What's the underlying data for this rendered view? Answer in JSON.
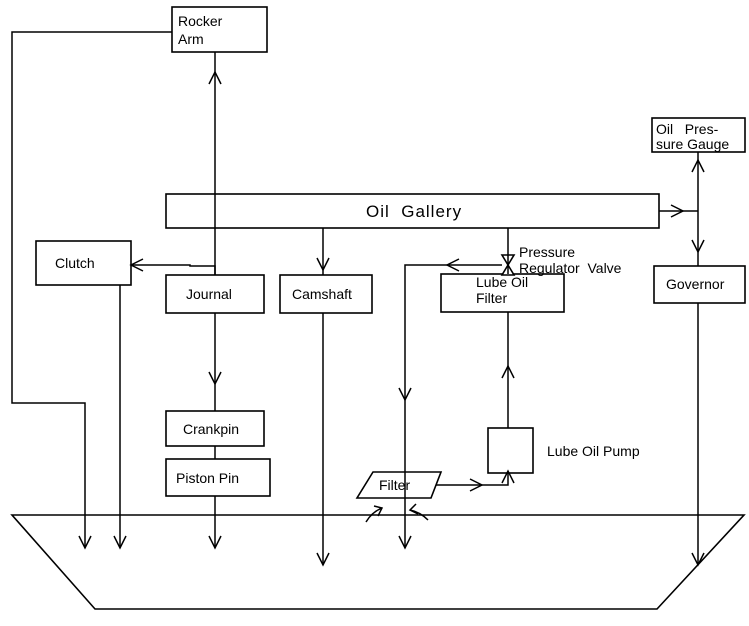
{
  "components": {
    "rocker_arm": [
      "Rocker",
      "Arm"
    ],
    "oil_pressure_gauge": [
      "Oil   Pres-",
      "sure Gauge"
    ],
    "oil_gallery": "Oil  Gallery",
    "clutch": "Clutch",
    "journal": "Journal",
    "camshaft": "Camshaft",
    "pressure_regulator_valve": [
      "Pressure",
      "Regulator  Valve"
    ],
    "lube_oil_filter": [
      "Lube Oil",
      "Filter"
    ],
    "governor": "Governor",
    "crankpin": "Crankpin",
    "piston_pin": "Piston Pin",
    "lube_oil_pump": "Lube Oil Pump",
    "filter": "Filter"
  },
  "colors": {
    "line": "#000000",
    "background": "#ffffff"
  }
}
